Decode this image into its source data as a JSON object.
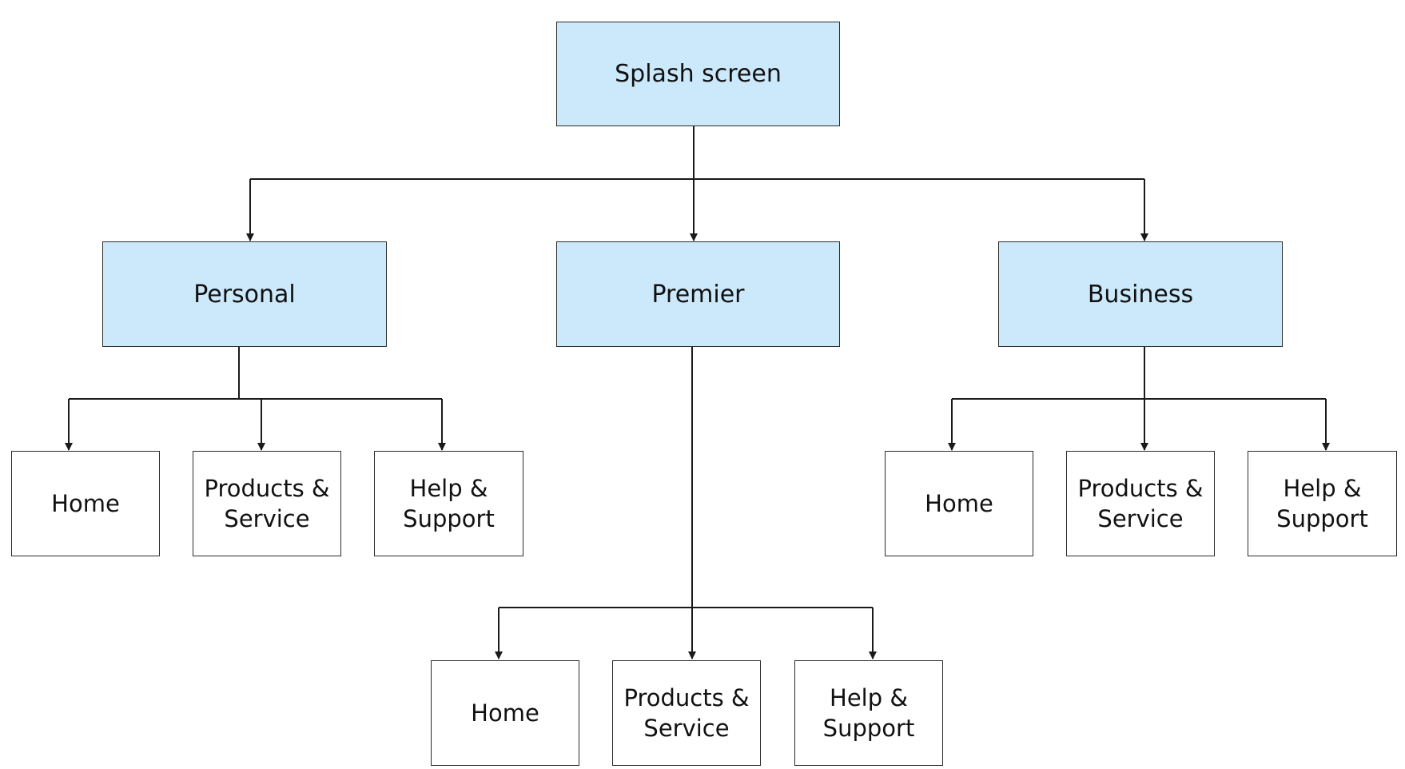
{
  "diagram": {
    "root": {
      "label": "Splash screen"
    },
    "sections": [
      {
        "label": "Personal",
        "children": [
          "Home",
          "Products &\nService",
          "Help &\nSupport"
        ]
      },
      {
        "label": "Premier",
        "children": [
          "Home",
          "Products &\nService",
          "Help &\nSupport"
        ]
      },
      {
        "label": "Business",
        "children": [
          "Home",
          "Products &\nService",
          "Help &\nSupport"
        ]
      }
    ],
    "colors": {
      "top_fill": "#cce9fb",
      "leaf_fill": "#ffffff",
      "stroke": "#1a1a1a"
    }
  }
}
